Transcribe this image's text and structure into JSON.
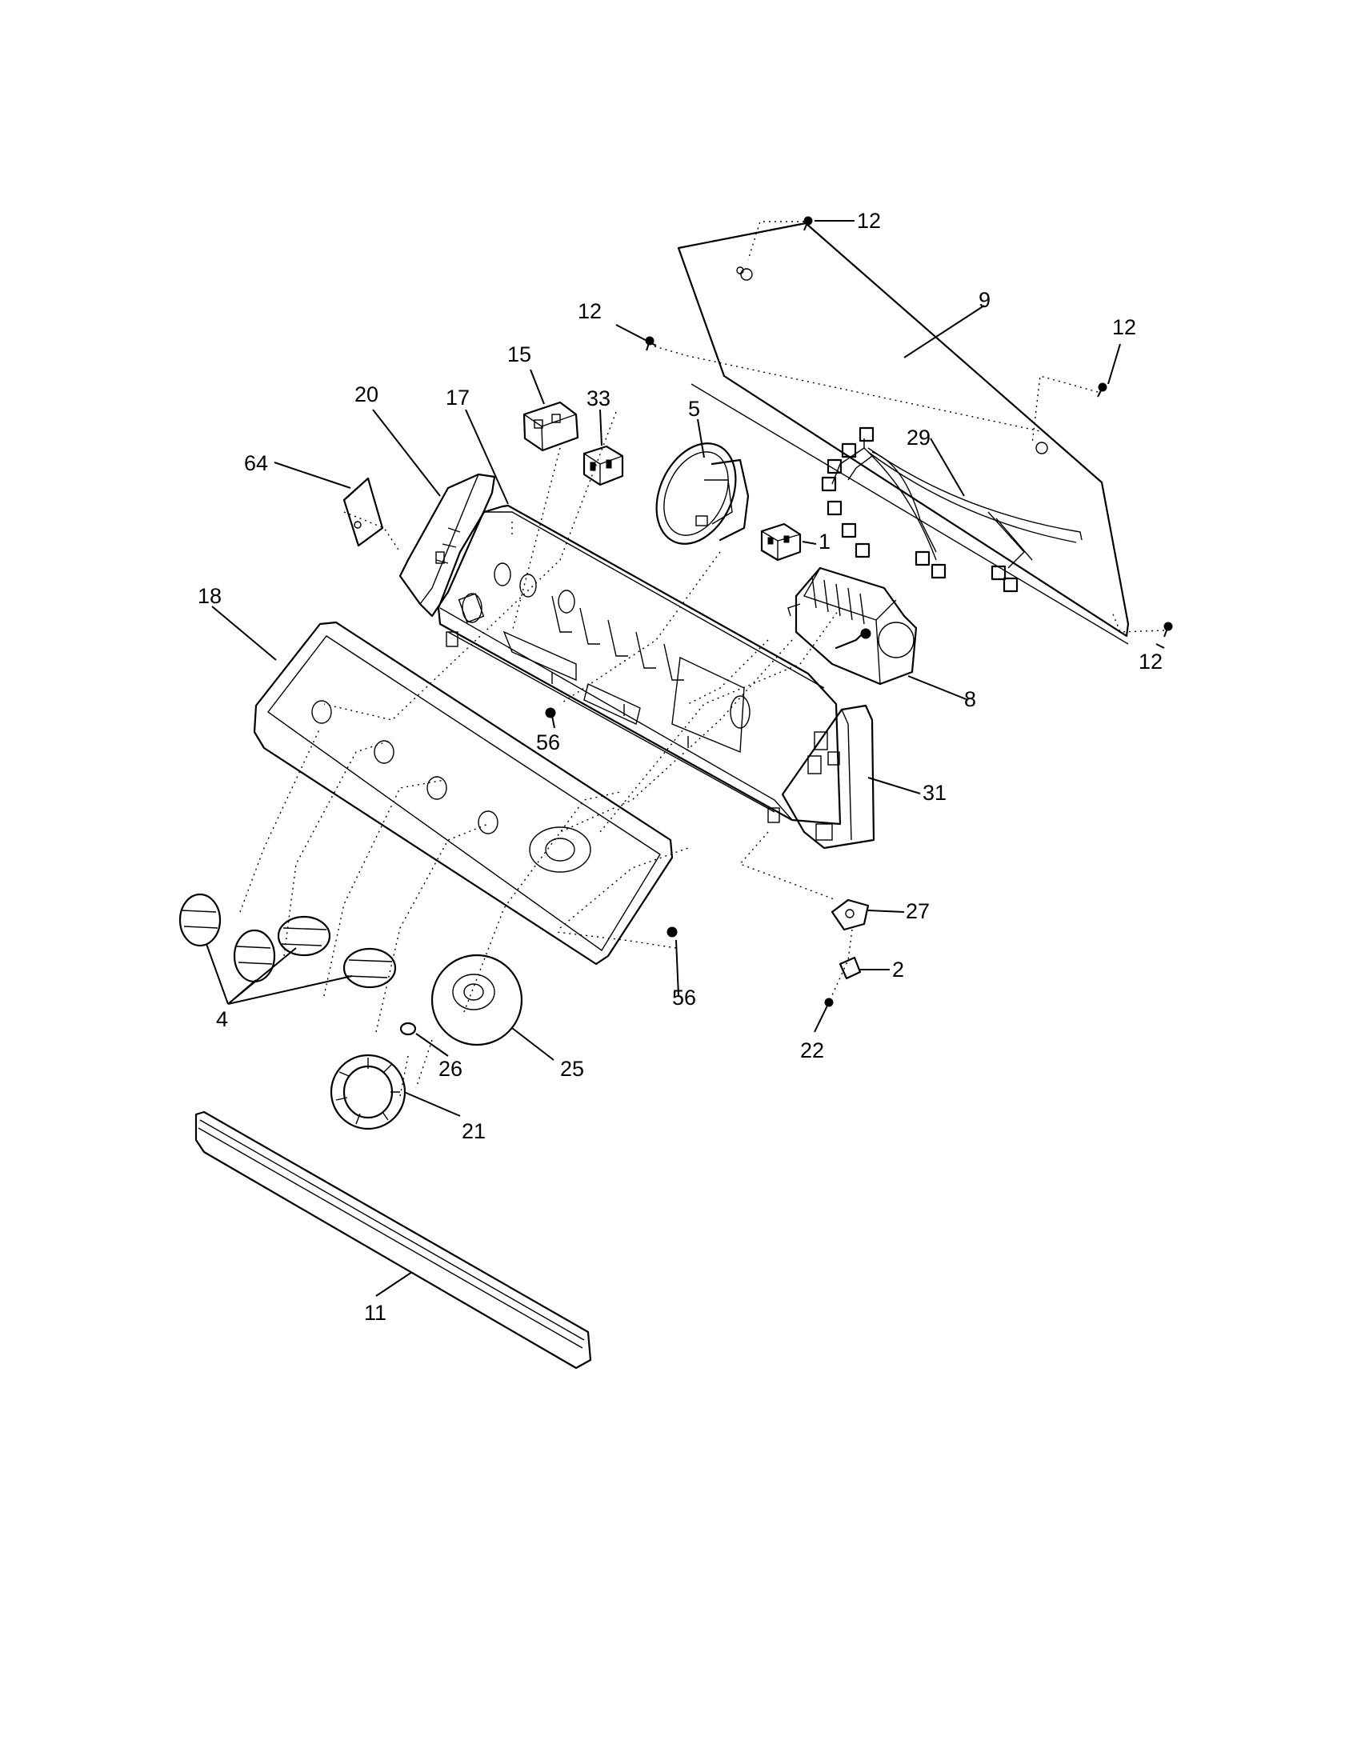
{
  "callouts": [
    "1",
    "2",
    "4",
    "5",
    "8",
    "9",
    "11",
    "12",
    "15",
    "17",
    "18",
    "20",
    "21",
    "22",
    "25",
    "26",
    "27",
    "29",
    "31",
    "33",
    "56",
    "64"
  ]
}
